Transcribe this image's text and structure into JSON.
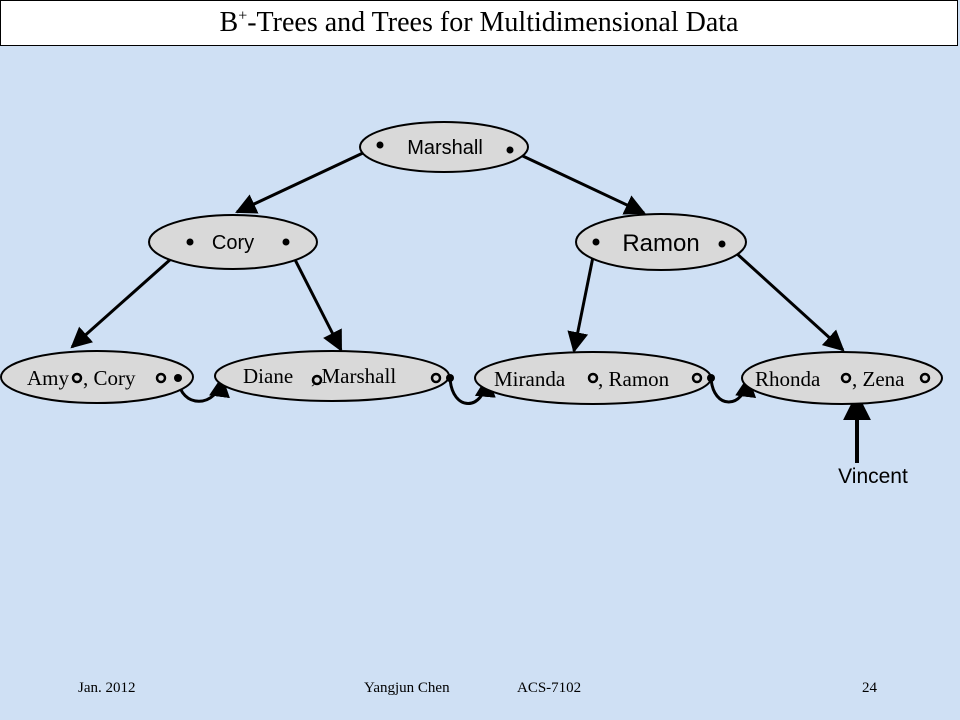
{
  "slide": {
    "title_prefix": "B",
    "title_sup": "+",
    "title_rest": "-Trees and Trees for Multidimensional Data"
  },
  "tree": {
    "root": {
      "label": "Marshall"
    },
    "internal": [
      {
        "label": "Cory"
      },
      {
        "label": "Ramon"
      }
    ],
    "leaves": [
      {
        "keys": [
          "Amy",
          ", Cory"
        ]
      },
      {
        "keys": [
          "Diane",
          ", Marshall"
        ]
      },
      {
        "keys": [
          "Miranda",
          ", Ramon"
        ]
      },
      {
        "keys": [
          "Rhonda",
          ", Zena"
        ]
      }
    ],
    "insert_key": "Vincent"
  },
  "footer": {
    "date": "Jan. 2012",
    "author": "Yangjun Chen",
    "course": "ACS-7102",
    "page": "24"
  },
  "colors": {
    "background": "#cfe0f4",
    "node_fill": "#d9d9d9",
    "stroke": "#000000"
  }
}
